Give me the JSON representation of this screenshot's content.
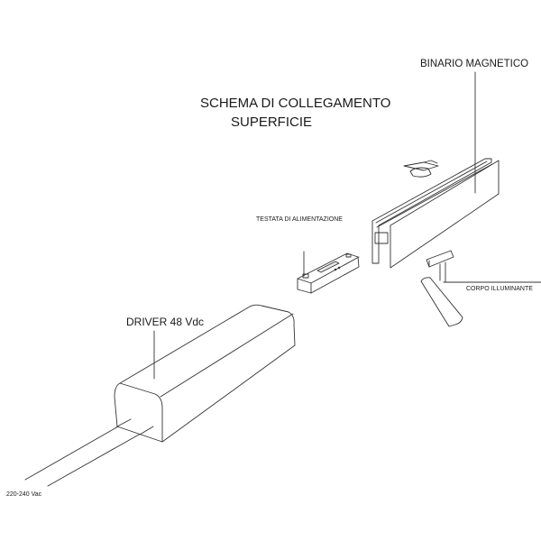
{
  "title": {
    "line1": "SCHEMA DI COLLEGAMENTO",
    "line2": "SUPERFICIE"
  },
  "labels": {
    "rail": "BINARIO MAGNETICO",
    "feed_head": "TESTATA DI ALIMENTAZIONE",
    "light_body": "CORPO ILLUMINANTE",
    "driver": "DRIVER 48 Vdc",
    "mains": "220-240 Vac"
  }
}
